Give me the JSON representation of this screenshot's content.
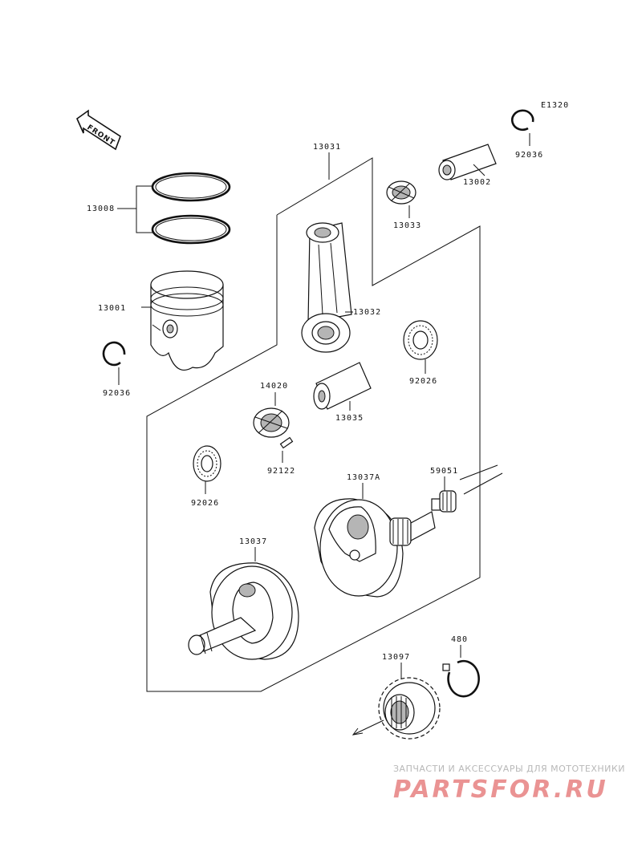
{
  "diagram_code": "E1320",
  "front_label": "FRONT",
  "parts": [
    {
      "id": "piston-ring",
      "number": "13008"
    },
    {
      "id": "piston",
      "number": "13001"
    },
    {
      "id": "circlip-left",
      "number": "92036"
    },
    {
      "id": "crankshaft-assy",
      "number": "13031"
    },
    {
      "id": "connecting-rod",
      "number": "13032"
    },
    {
      "id": "small-end-bearing",
      "number": "13033"
    },
    {
      "id": "piston-pin",
      "number": "13002"
    },
    {
      "id": "circlip-right",
      "number": "92036"
    },
    {
      "id": "big-end-bearing",
      "number": "14020"
    },
    {
      "id": "crank-pin",
      "number": "13035"
    },
    {
      "id": "thrust-washer-right",
      "number": "92026"
    },
    {
      "id": "pin",
      "number": "92122"
    },
    {
      "id": "thrust-washer-left",
      "number": "92026"
    },
    {
      "id": "flywheel-right",
      "number": "13037A"
    },
    {
      "id": "drive-gear",
      "number": "59051"
    },
    {
      "id": "flywheel-left",
      "number": "13037"
    },
    {
      "id": "snap-ring",
      "number": "480"
    },
    {
      "id": "primary-gear",
      "number": "13097"
    }
  ],
  "watermark": {
    "tagline": "ЗАПЧАСТИ И АКСЕССУАРЫ ДЛЯ МОТОТЕХНИКИ",
    "brand": "PARTSFOR.RU",
    "color": "#d93a3a"
  }
}
